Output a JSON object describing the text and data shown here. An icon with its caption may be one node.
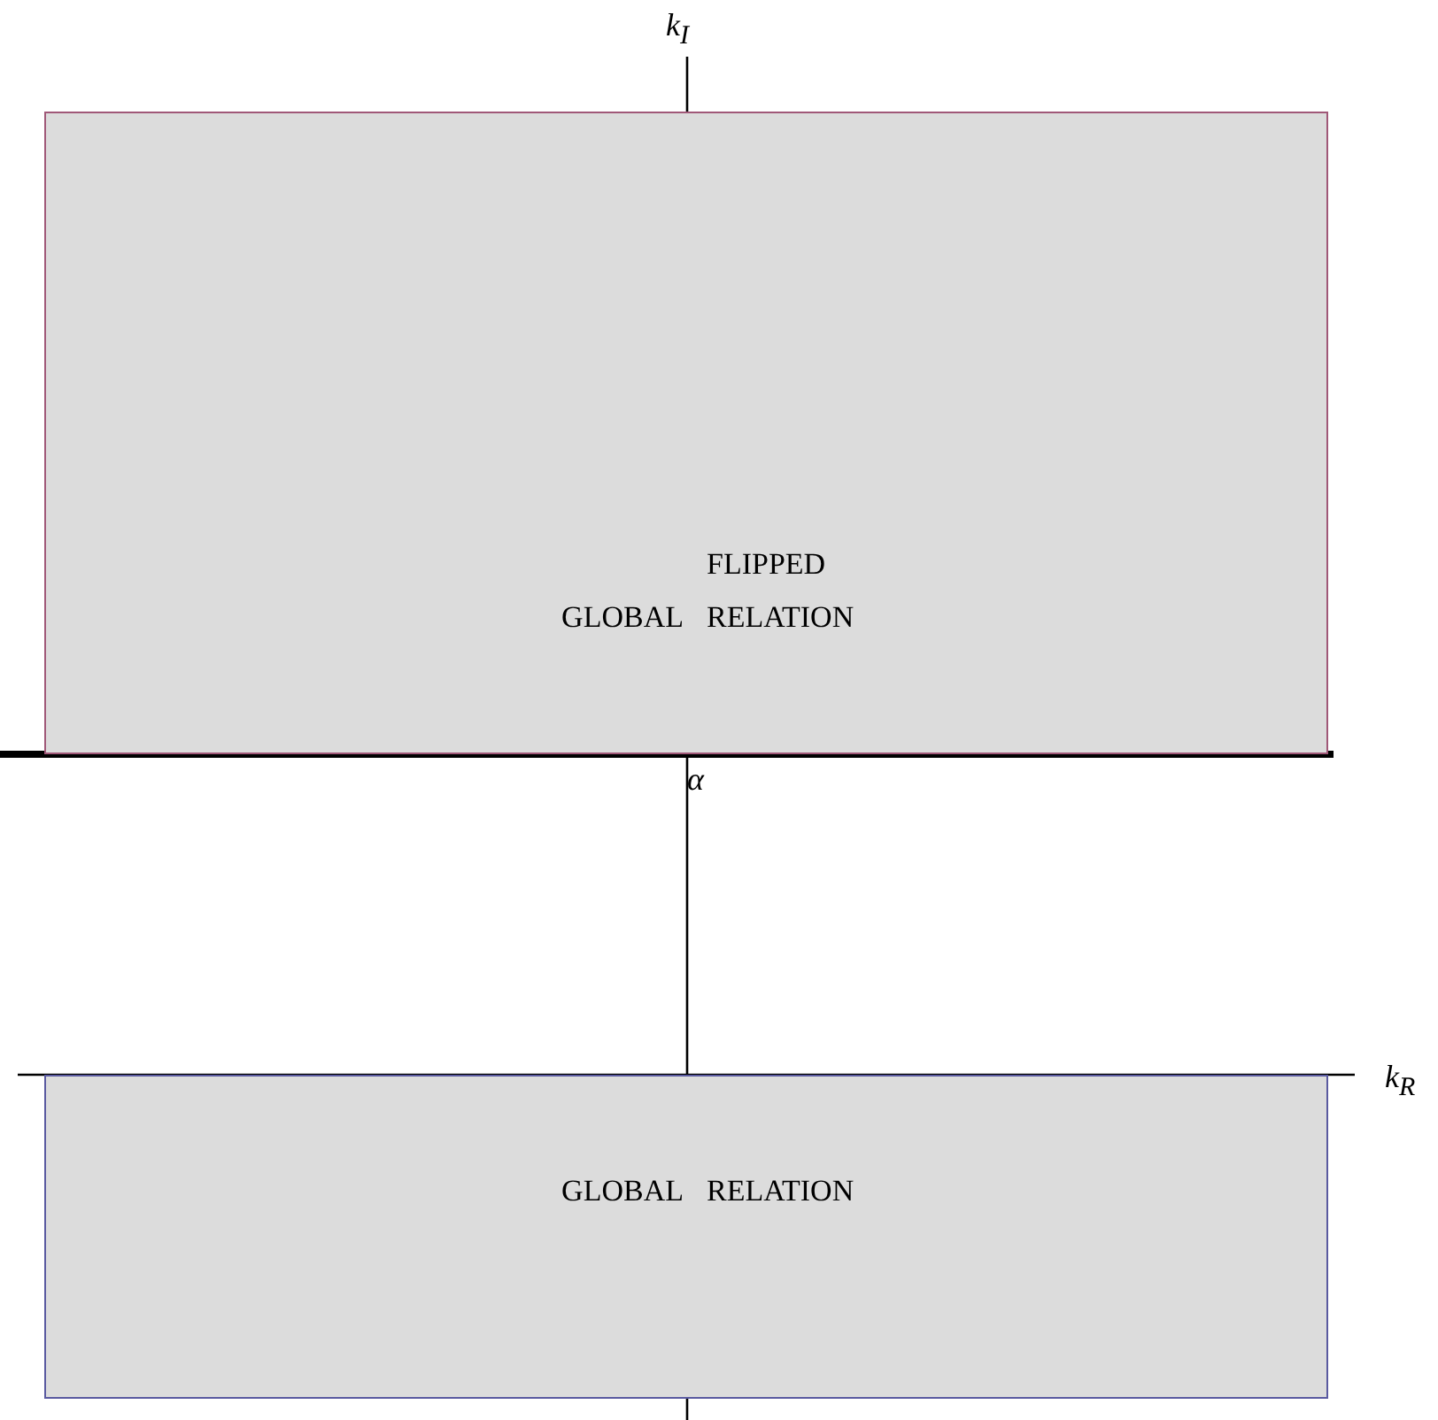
{
  "diagram": {
    "nodes": [
      {
        "text": [
          "FLIPPED",
          "GLOBAL",
          "RELATION"
        ]
      },
      {
        "text": [
          "GLOBAL",
          "RELATION"
        ]
      }
    ],
    "edges": [],
    "labels": [
      "k$_{I}$",
      "α",
      "k$_{R}$"
    ]
  }
}
